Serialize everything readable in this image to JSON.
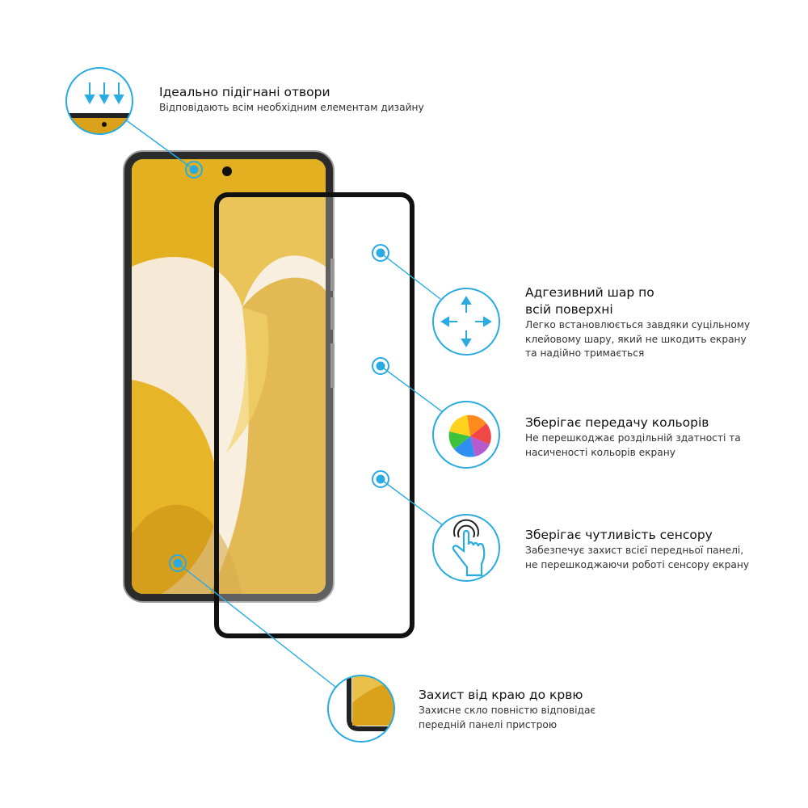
{
  "accent_color": "#29abe2",
  "features": [
    {
      "id": "cutouts",
      "title": "Ідеально підігнані отвори",
      "description": "Відповідають всім необхідним елементам дизайну",
      "icon": "arrows-down-camera-icon"
    },
    {
      "id": "adhesive",
      "title_line1": "Адгезивний шар по",
      "title_line2": "всій поверхні",
      "desc_line1": "Легко встановлюється завдяки суцільному",
      "desc_line2": "клейовому шару, який не шкодить екрану",
      "desc_line3": "та надійно тримається",
      "icon": "move-arrows-icon"
    },
    {
      "id": "colors",
      "title": "Зберігає передачу кольорів",
      "desc_line1": "Не перешкоджає роздільній здатності та",
      "desc_line2": "насиченості кольорів екрану",
      "icon": "color-wheel-icon"
    },
    {
      "id": "touch",
      "title": "Зберігає чутливість сенсору",
      "desc_line1": "Забезпечує захист всієї передньої панелі,",
      "desc_line2": "не перешкоджаючи роботі сенсору екрану",
      "icon": "touch-hand-icon"
    },
    {
      "id": "edge",
      "title": "Захист від краю до крвю",
      "desc_line1": "Захисне скло повністю відповідає",
      "desc_line2": "передній панелі пристрою",
      "icon": "edge-corner-icon"
    }
  ]
}
